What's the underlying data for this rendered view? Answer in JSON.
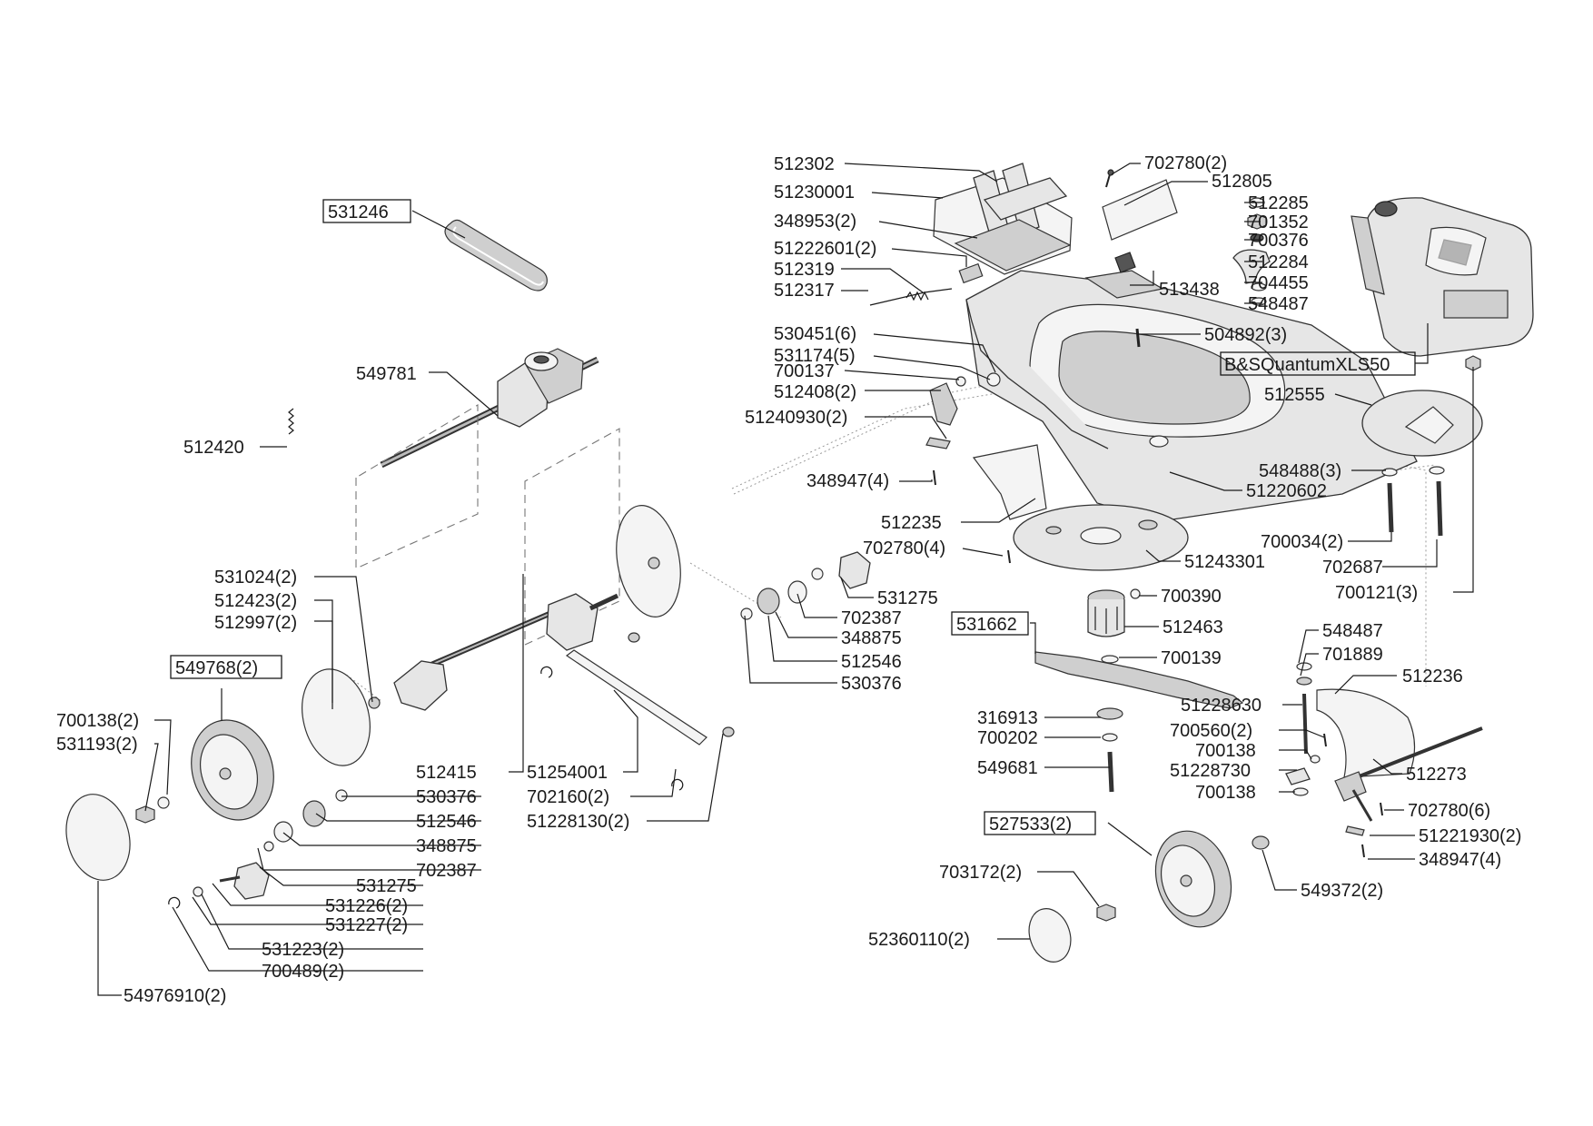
{
  "labels": {
    "l_531246": "531246",
    "l_549781": "549781",
    "l_512420": "512420",
    "l_531024": "531024(2)",
    "l_512423": "512423(2)",
    "l_512997": "512997(2)",
    "l_549768": "549768(2)",
    "l_700138a": "700138(2)",
    "l_531193": "531193(2)",
    "l_512415": "512415",
    "l_530376a": "530376",
    "l_512546a": "512546",
    "l_348875a": "348875",
    "l_702387a": "702387",
    "l_531275a": "531275",
    "l_531226": "531226(2)",
    "l_531227": "531227(2)",
    "l_531223": "531223(2)",
    "l_700489": "700489(2)",
    "l_54976910": "54976910(2)",
    "l_51254001": "51254001",
    "l_702160": "702160(2)",
    "l_51228130": "51228130(2)",
    "l_531275b": "531275",
    "l_702387b": "702387",
    "l_348875b": "348875",
    "l_512546b": "512546",
    "l_530376b": "530376",
    "l_512302": "512302",
    "l_51230001": "51230001",
    "l_348953": "348953(2)",
    "l_51222601": "51222601(2)",
    "l_512319": "512319",
    "l_512317": "512317",
    "l_530451": "530451(6)",
    "l_531174": "531174(5)",
    "l_700137": "700137",
    "l_512408": "512408(2)",
    "l_51240930": "51240930(2)",
    "l_348947a": "348947(4)",
    "l_512235": "512235",
    "l_702780a": "702780(4)",
    "l_702780b": "702780(2)",
    "l_512805": "512805",
    "l_512285": "512285",
    "l_701352": "701352",
    "l_700376": "700376",
    "l_512284": "512284",
    "l_513438": "513438",
    "l_704455": "704455",
    "l_548487a": "548487",
    "l_504892": "504892(3)",
    "l_bsq": "B&SQuantumXLS50",
    "l_512555": "512555",
    "l_548488": "548488(3)",
    "l_51220602": "51220602",
    "l_700034": "700034(2)",
    "l_702687": "702687",
    "l_700121": "700121(3)",
    "l_51243301": "51243301",
    "l_700390": "700390",
    "l_531662": "531662",
    "l_512463": "512463",
    "l_700139": "700139",
    "l_548487b": "548487",
    "l_701889": "701889",
    "l_512236": "512236",
    "l_316913": "316913",
    "l_51228630": "51228630",
    "l_700202": "700202",
    "l_700560": "700560(2)",
    "l_700138b": "700138",
    "l_549681": "549681",
    "l_51228730": "51228730",
    "l_512273": "512273",
    "l_700138c": "700138",
    "l_702780c": "702780(6)",
    "l_527533": "527533(2)",
    "l_51221930": "51221930(2)",
    "l_348947b": "348947(4)",
    "l_703172": "703172(2)",
    "l_549372": "549372(2)",
    "l_52360110": "52360110(2)"
  }
}
